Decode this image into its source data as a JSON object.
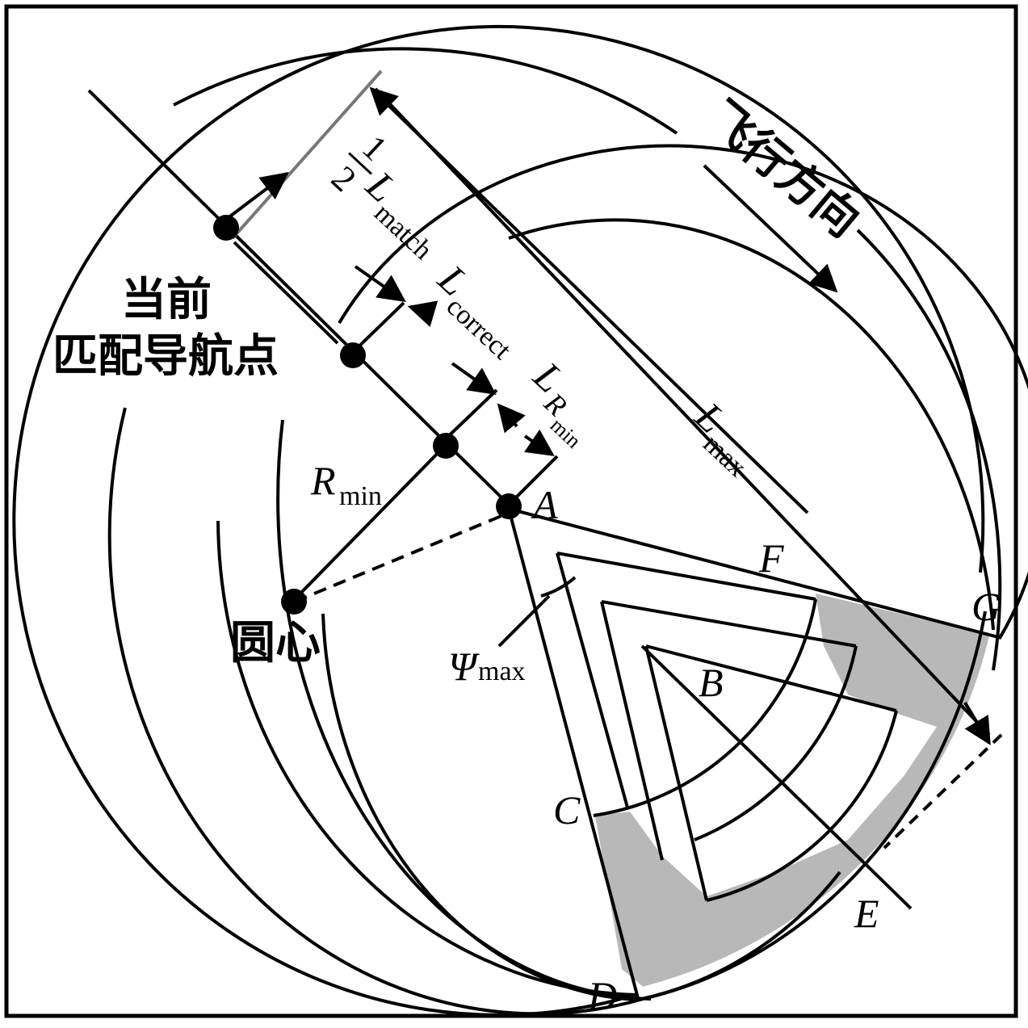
{
  "labels": {
    "flight_direction": "飞行方向",
    "current_match_nav_point_line1": "当前",
    "current_match_nav_point_line2": "匹配导航点",
    "circle_center": "圆心",
    "half_num": "1",
    "half_den": "2",
    "L": "L",
    "match_sub": "match",
    "correct_sub": "correct",
    "max_sub": "max",
    "R": "R",
    "min_sub": "min",
    "psi": "Ψ",
    "point_A": "A",
    "point_B": "B",
    "point_C": "C",
    "point_D": "D",
    "point_E": "E",
    "point_F": "F",
    "point_G": "G"
  },
  "colors": {
    "line": "#000000",
    "shaded_region": "#b4b4b4",
    "background": "#ffffff"
  }
}
